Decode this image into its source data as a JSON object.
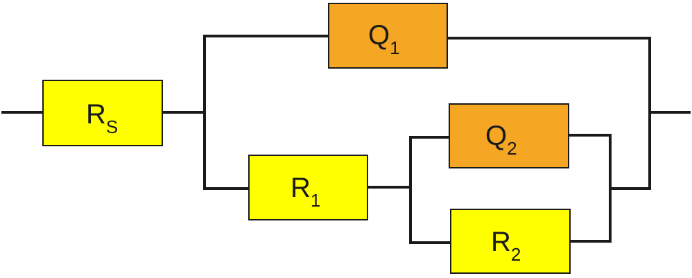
{
  "colors": {
    "resistor": "#ffff00",
    "cpe": "#f5a623",
    "wire": "#1a1a1a"
  },
  "components": {
    "rs": {
      "symbol": "R",
      "subscript": "S"
    },
    "q1": {
      "symbol": "Q",
      "subscript": "1"
    },
    "r1": {
      "symbol": "R",
      "subscript": "1"
    },
    "q2": {
      "symbol": "Q",
      "subscript": "2"
    },
    "r2": {
      "symbol": "R",
      "subscript": "2"
    }
  }
}
